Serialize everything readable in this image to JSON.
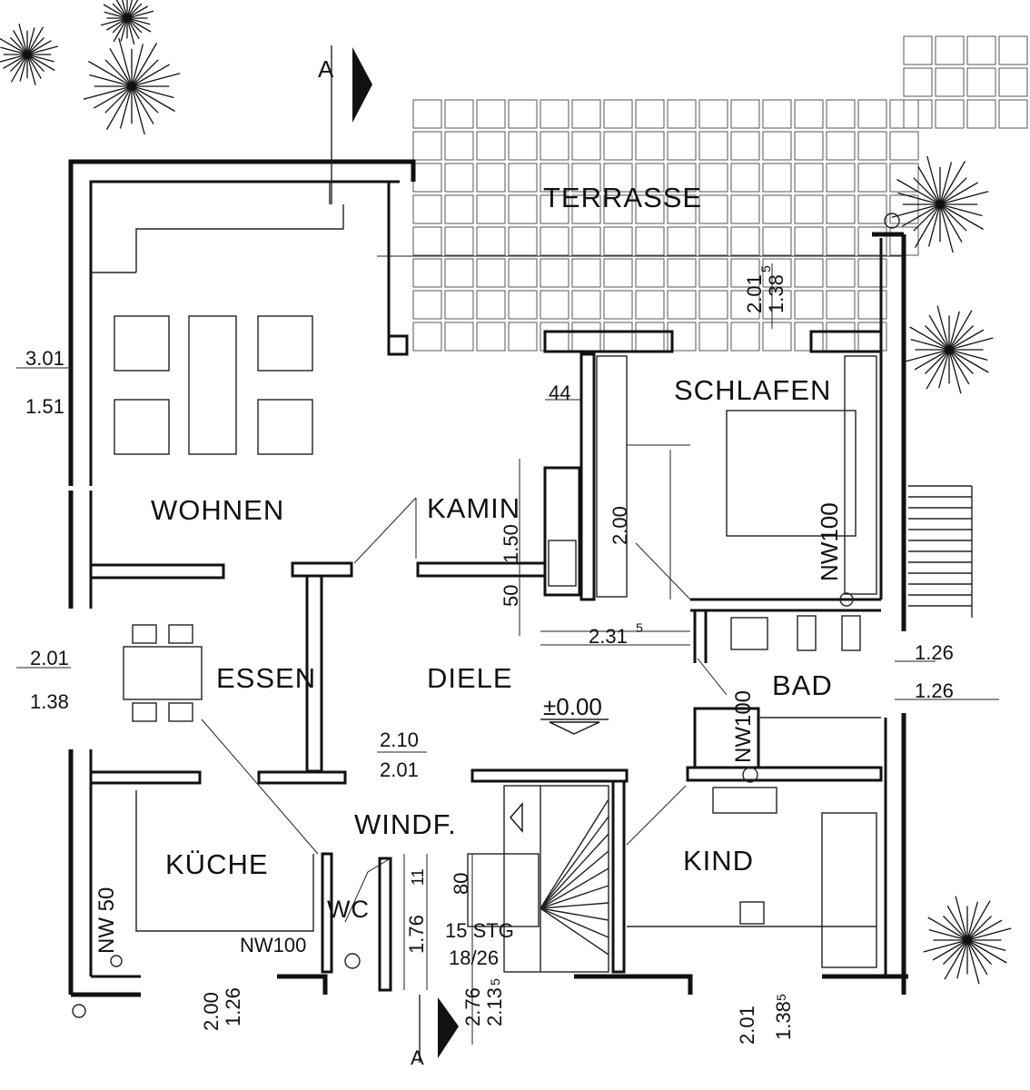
{
  "rooms": {
    "terrasse": "TERRASSE",
    "schlafen": "SCHLAFEN",
    "wohnen": "WOHNEN",
    "kamin": "KAMIN",
    "essen": "ESSEN",
    "diele": "DIELE",
    "bad": "BAD",
    "kueche": "KÜCHE",
    "windf": "WINDF.",
    "wc": "WC",
    "kind": "KIND"
  },
  "markers": {
    "section_top": "A",
    "section_bottom": "A",
    "level": "±0.00"
  },
  "dimensions": {
    "left_top_a": "3.01",
    "left_top_b": "1.51",
    "left_mid_a": "2.01",
    "left_mid_b": "1.38",
    "terrace_a": "2.01",
    "terrace_b": "1.38",
    "terrace_sup": "5",
    "kamin_44": "44",
    "kamin_150": "1.50",
    "kamin_50": "50",
    "schlafen_200": "2.00",
    "nw100_schlafen": "NW100",
    "d231": "2.31",
    "d231_sup": "5",
    "right_a": "1.26",
    "right_b": "1.26",
    "diele_a": "2.10",
    "diele_b": "2.01",
    "nw100_bad": "NW100",
    "nw50": "NW 50",
    "nw100_kueche": "NW100",
    "wc_176": "1.76",
    "wc_11": "11",
    "wc_80": "80",
    "stairs_count": "15 STG",
    "stairs_ratio": "18/26",
    "bottom_276": "2.76",
    "bottom_213": "2.13",
    "bottom_213_sup": "5",
    "bottom_left_a": "2.00",
    "bottom_left_b": "1.26",
    "bottom_right_a": "2.01",
    "bottom_right_b": "1.38",
    "bottom_right_sup": "5"
  }
}
